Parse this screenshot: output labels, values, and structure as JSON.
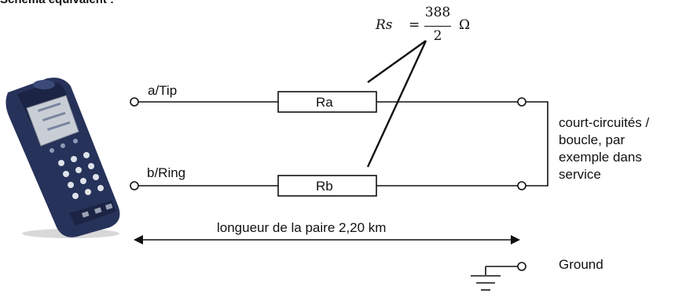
{
  "heading": "Schéma équivalent :",
  "formula": {
    "lhs": "Rs",
    "equals": "=",
    "numerator": "388",
    "denominator": "2",
    "unit": "Ω"
  },
  "wires": {
    "tip_label": "a/Tip",
    "ring_label": "b/Ring"
  },
  "resistors": {
    "ra": "Ra",
    "rb": "Rb"
  },
  "short_note": "court-circuités / boucle, par exemple dans service",
  "length_label": "longueur de la paire 2,20 km",
  "ground_label": "Ground",
  "device": {
    "icon": "handheld-tester-icon",
    "body_color": "#27325a"
  }
}
